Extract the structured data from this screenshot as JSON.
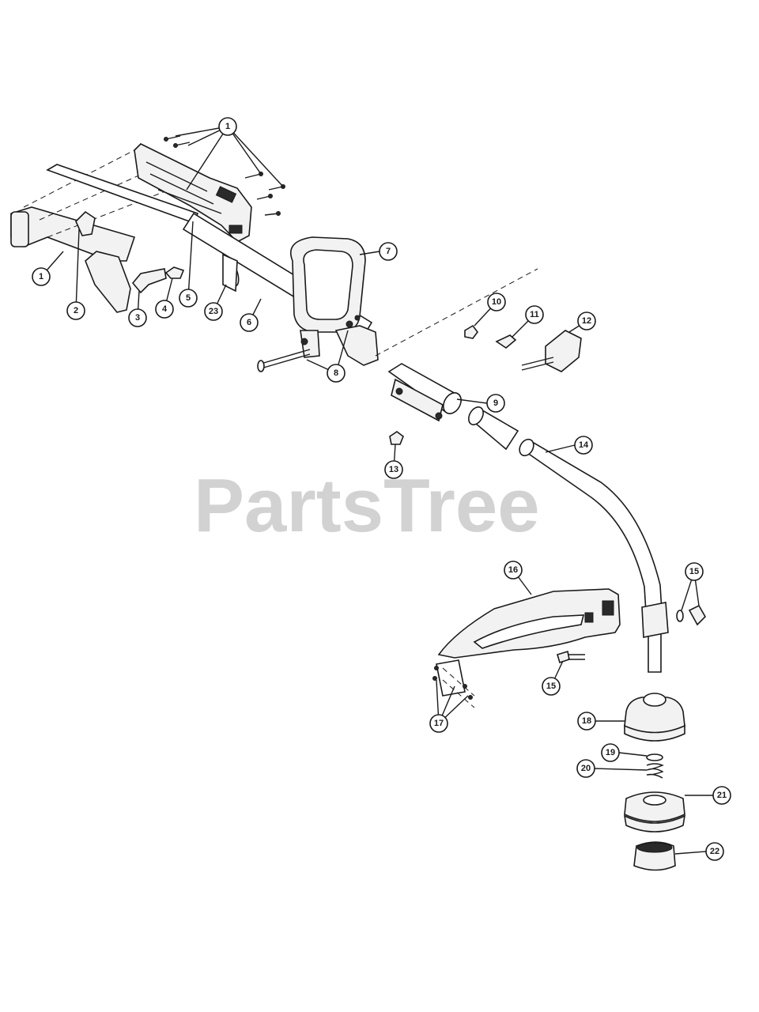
{
  "watermark": {
    "text": "PartsTree"
  },
  "callouts": [
    "1",
    "1",
    "2",
    "3",
    "4",
    "5",
    "23",
    "6",
    "7",
    "8",
    "10",
    "11",
    "12",
    "9",
    "13",
    "14",
    "16",
    "15",
    "15",
    "17",
    "18",
    "19",
    "20",
    "21",
    "22"
  ]
}
